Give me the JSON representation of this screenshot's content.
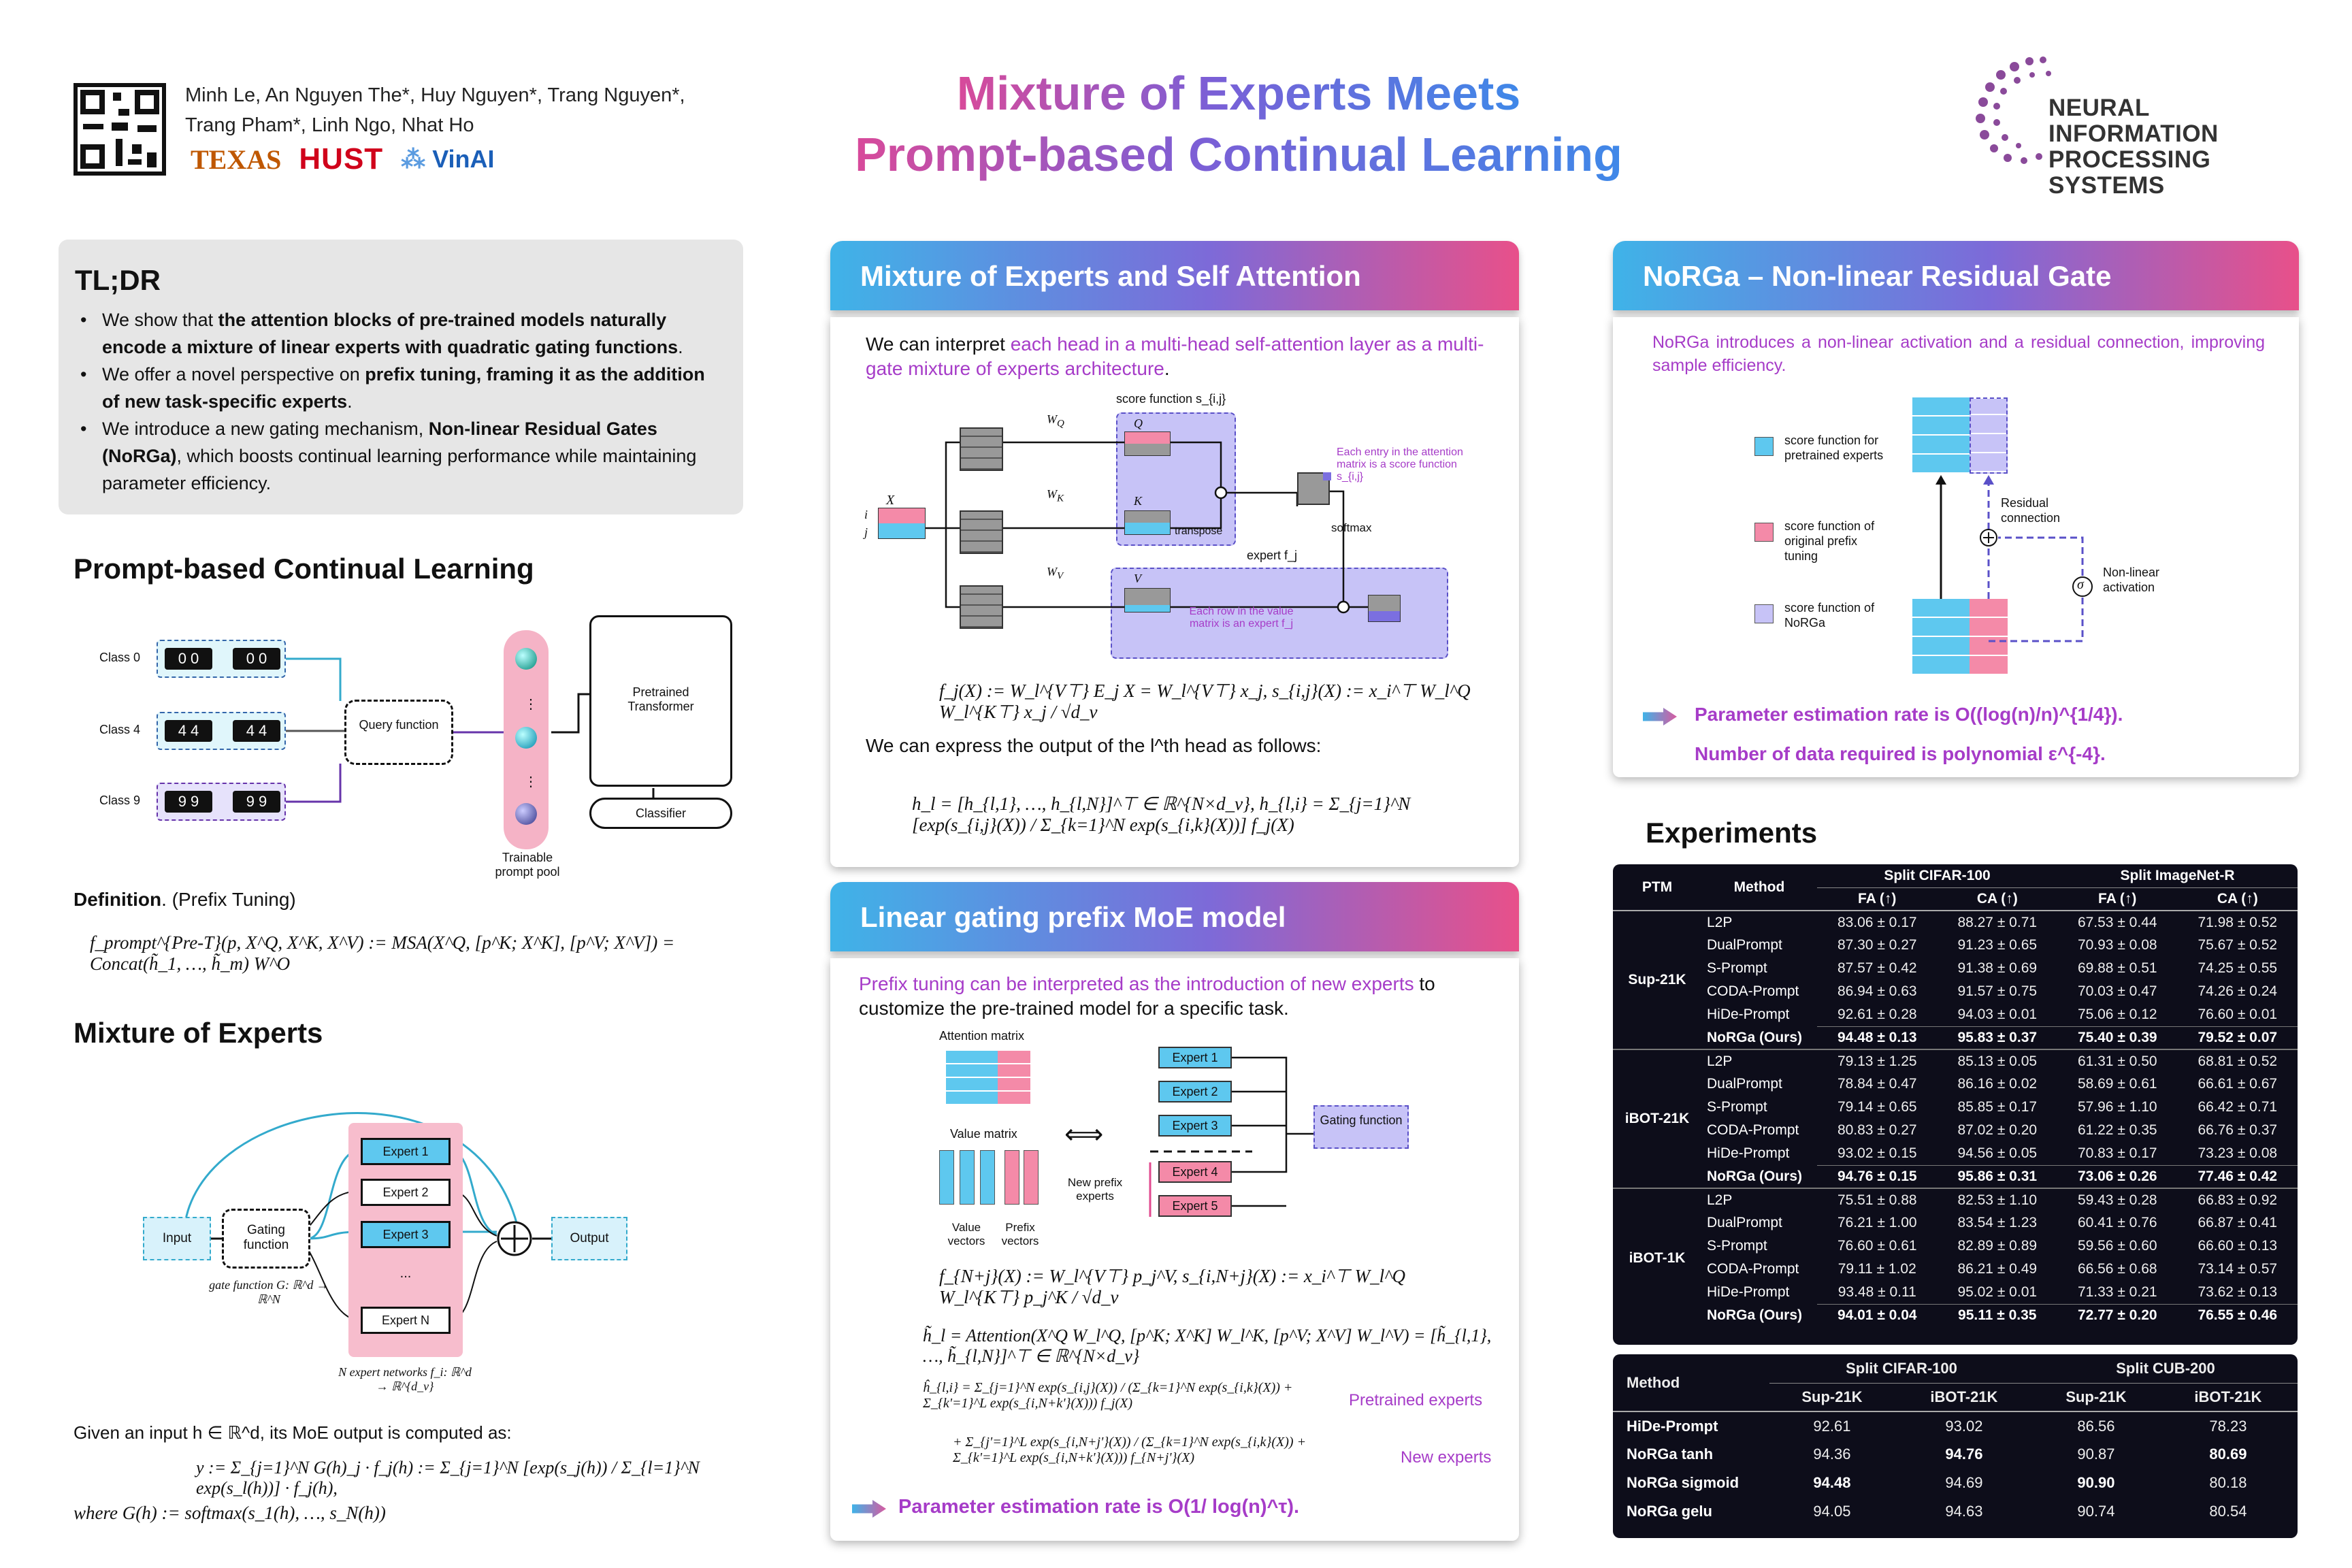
{
  "header": {
    "authors_line1": "Minh Le, An Nguyen The*, Huy Nguyen*, Trang Nguyen*,",
    "authors_line2": "Trang Pham*, Linh Ngo, Nhat Ho",
    "logos": [
      "TEXAS",
      "HUST",
      "VinAI"
    ],
    "title_line1": "Mixture of Experts Meets",
    "title_line2": "Prompt-based Continual Learning",
    "conference_line1": "NEURAL INFORMATION",
    "conference_line2": "PROCESSING SYSTEMS"
  },
  "tldr": {
    "heading": "TL;DR",
    "b1_pre": "We show that ",
    "b1_bold": "the attention blocks of pre-trained models naturally encode a mixture of linear experts with quadratic gating functions",
    "b1_post": ".",
    "b2_pre": " We offer a novel perspective on ",
    "b2_bold": "prefix tuning, framing it as the addition of new task-specific experts",
    "b2_post": ".",
    "b3_pre": "We introduce a new gating mechanism, ",
    "b3_bold": "Non-linear Residual Gates (NoRGa)",
    "b3_post": ", which boosts continual learning performance while maintaining parameter efficiency."
  },
  "pcl": {
    "heading": "Prompt-based Continual Learning",
    "class0": "Class 0",
    "class4": "Class 4",
    "class9": "Class 9",
    "query": "Query function",
    "pool": "Trainable prompt pool",
    "pretrained": "Pretrained Transformer",
    "classifier": "Classifier",
    "definition_bold": "Definition",
    "definition_rest": ". (Prefix Tuning)",
    "formula": "f_prompt^{Pre-T}(p, X^Q, X^K, X^V) := MSA(X^Q, [p^K; X^K], [p^V; X^V]) = Concat(h̃_1, …, h̃_m) W^O"
  },
  "moe": {
    "heading": "Mixture of Experts",
    "input": "Input",
    "gating": "Gating function",
    "output": "Output",
    "experts": [
      "Expert 1",
      "Expert 2",
      "Expert 3",
      "...",
      "Expert N"
    ],
    "gate_caption": "gate function G: ℝ^d → ℝ^N",
    "expert_caption": "N expert networks f_i: ℝ^d → ℝ^{d_v}",
    "given": "Given an input h ∈ ℝ^d, its MoE output is computed as:",
    "formula": "y := Σ_{j=1}^N G(h)_j · f_j(h) := Σ_{j=1}^N [exp(s_j(h)) / Σ_{l=1}^N exp(s_l(h))] · f_j(h),",
    "where": "where G(h) := softmax(s_1(h), …, s_N(h))"
  },
  "moesa": {
    "heading": "Mixture of Experts and Self Attention",
    "intro_pre": "We can interpret ",
    "intro_hl": "each head in a multi-head self-attention layer as a multi-gate mixture of experts architecture",
    "intro_post": ".",
    "score_label": "score function s_{i,j}",
    "note1": "Each entry in the attention matrix is a score function s_{i,j}",
    "note2": "Each row in the value matrix is an expert f_j",
    "expert_label": "expert f_j",
    "softmax": "softmax",
    "transpose": "transpose",
    "formula1": "f_j(X) := W_l^{V⊤} E_j X = W_l^{V⊤} x_j,     s_{i,j}(X) := x_i^⊤ W_l^Q W_l^{K⊤} x_j / √d_v",
    "express": "We can express the output of the l^th head as follows:",
    "formula2": "h_l = [h_{l,1}, …, h_{l,N}]^⊤ ∈ ℝ^{N×d_v}, h_{l,i} = Σ_{j=1}^N [exp(s_{i,j}(X)) / Σ_{k=1}^N exp(s_{i,k}(X))] f_j(X)"
  },
  "linear": {
    "heading": "Linear gating prefix MoE model",
    "intro_hl": "Prefix tuning can be interpreted as the introduction of new experts",
    "intro_post": " to customize the pre-trained model for a specific task.",
    "attn": "Attention matrix",
    "value": "Value matrix",
    "value_vectors": "Value vectors",
    "prefix_vectors": "Prefix vectors",
    "new_prefix": "New prefix experts",
    "experts": [
      "Expert 1",
      "Expert 2",
      "Expert 3",
      "Expert 4",
      "Expert 5"
    ],
    "gating": "Gating function",
    "formula1": "f_{N+j}(X) := W_l^{V⊤} p_j^V,     s_{i,N+j}(X) := x_i^⊤ W_l^Q W_l^{K⊤} p_j^K / √d_v",
    "formula2": "h̃_l = Attention(X^Q W_l^Q, [p^K; X^K] W_l^K, [p^V; X^V] W_l^V) = [h̃_{l,1}, …, h̃_{l,N}]^⊤ ∈ ℝ^{N×d_v}",
    "formula3": "ĥ_{l,i} = Σ_{j=1}^N exp(s_{i,j}(X)) / (Σ_{k=1}^N exp(s_{i,k}(X)) + Σ_{k'=1}^L exp(s_{i,N+k'}(X))) f_j(X)",
    "formula4": "+ Σ_{j'=1}^L exp(s_{i,N+j'}(X)) / (Σ_{k=1}^N exp(s_{i,k}(X)) + Σ_{k'=1}^L exp(s_{i,N+k'}(X))) f_{N+j'}(X)",
    "pretrained_experts": "Pretrained experts",
    "new_experts": "New experts",
    "rate": "Parameter estimation rate is O(1/ log(n)^τ)."
  },
  "norga": {
    "heading": "NoRGa – Non-linear Residual Gate",
    "intro": "NoRGa introduces a non-linear activation and a residual connection, improving sample efficiency.",
    "legend1": "score function for pretrained experts",
    "legend2": "score function of original prefix tuning",
    "legend3": "score function of NoRGa",
    "residual": "Residual connection",
    "sigma": "σ",
    "nonlinear": "Non-linear activation",
    "rate": "Parameter estimation rate is O((log(n)/n)^{1/4}).",
    "data": "Number of data required is polynomial ε^{-4}."
  },
  "experiments": {
    "heading": "Experiments",
    "t1_head": [
      "PTM",
      "Method",
      "Split CIFAR-100",
      "Split ImageNet-R"
    ],
    "t1_sub": [
      "FA (↑)",
      "CA (↑)",
      "FA (↑)",
      "CA (↑)"
    ],
    "groups": [
      {
        "ptm": "Sup-21K",
        "rows": [
          [
            "L2P",
            "83.06 ± 0.17",
            "88.27 ± 0.71",
            "67.53 ± 0.44",
            "71.98 ± 0.52"
          ],
          [
            "DualPrompt",
            "87.30 ± 0.27",
            "91.23 ± 0.65",
            "70.93 ± 0.08",
            "75.67 ± 0.52"
          ],
          [
            "S-Prompt",
            "87.57 ± 0.42",
            "91.38 ± 0.69",
            "69.88 ± 0.51",
            "74.25 ± 0.55"
          ],
          [
            "CODA-Prompt",
            "86.94 ± 0.63",
            "91.57 ± 0.75",
            "70.03 ± 0.47",
            "74.26 ± 0.24"
          ],
          [
            "HiDe-Prompt",
            "92.61 ± 0.28",
            "94.03 ± 0.01",
            "75.06 ± 0.12",
            "76.60 ± 0.01"
          ],
          [
            "NoRGa (Ours)",
            "94.48 ± 0.13",
            "95.83 ± 0.37",
            "75.40 ± 0.39",
            "79.52 ± 0.07"
          ]
        ]
      },
      {
        "ptm": "iBOT-21K",
        "rows": [
          [
            "L2P",
            "79.13 ± 1.25",
            "85.13 ± 0.05",
            "61.31 ± 0.50",
            "68.81 ± 0.52"
          ],
          [
            "DualPrompt",
            "78.84 ± 0.47",
            "86.16 ± 0.02",
            "58.69 ± 0.61",
            "66.61 ± 0.67"
          ],
          [
            "S-Prompt",
            "79.14 ± 0.65",
            "85.85 ± 0.17",
            "57.96 ± 1.10",
            "66.42 ± 0.71"
          ],
          [
            "CODA-Prompt",
            "80.83 ± 0.27",
            "87.02 ± 0.20",
            "61.22 ± 0.35",
            "66.76 ± 0.37"
          ],
          [
            "HiDe-Prompt",
            "93.02 ± 0.15",
            "94.56 ± 0.05",
            "70.83 ± 0.17",
            "73.23 ± 0.08"
          ],
          [
            "NoRGa (Ours)",
            "94.76 ± 0.15",
            "95.86 ± 0.31",
            "73.06 ± 0.26",
            "77.46 ± 0.42"
          ]
        ]
      },
      {
        "ptm": "iBOT-1K",
        "rows": [
          [
            "L2P",
            "75.51 ± 0.88",
            "82.53 ± 1.10",
            "59.43 ± 0.28",
            "66.83 ± 0.92"
          ],
          [
            "DualPrompt",
            "76.21 ± 1.00",
            "83.54 ± 1.23",
            "60.41 ± 0.76",
            "66.87 ± 0.41"
          ],
          [
            "S-Prompt",
            "76.60 ± 0.61",
            "82.89 ± 0.89",
            "59.56 ± 0.60",
            "66.60 ± 0.13"
          ],
          [
            "CODA-Prompt",
            "79.11 ± 1.02",
            "86.21 ± 0.49",
            "66.56 ± 0.68",
            "73.14 ± 0.57"
          ],
          [
            "HiDe-Prompt",
            "93.48 ± 0.11",
            "95.02 ± 0.01",
            "71.33 ± 0.21",
            "73.62 ± 0.13"
          ],
          [
            "NoRGa (Ours)",
            "94.01 ± 0.04",
            "95.11 ± 0.35",
            "72.77 ± 0.20",
            "76.55 ± 0.46"
          ]
        ]
      }
    ],
    "t2_head": [
      "Method",
      "Split CIFAR-100",
      "Split CUB-200"
    ],
    "t2_sub": [
      "Sup-21K",
      "iBOT-21K",
      "Sup-21K",
      "iBOT-21K"
    ],
    "t2_rows": [
      [
        "HiDe-Prompt",
        "92.61",
        "93.02",
        "86.56",
        "78.23"
      ],
      [
        "NoRGa tanh",
        "94.36",
        "94.76",
        "90.87",
        "80.69"
      ],
      [
        "NoRGa sigmoid",
        "94.48",
        "94.69",
        "90.90",
        "80.18"
      ],
      [
        "NoRGa gelu",
        "94.05",
        "94.63",
        "90.74",
        "80.54"
      ]
    ]
  }
}
